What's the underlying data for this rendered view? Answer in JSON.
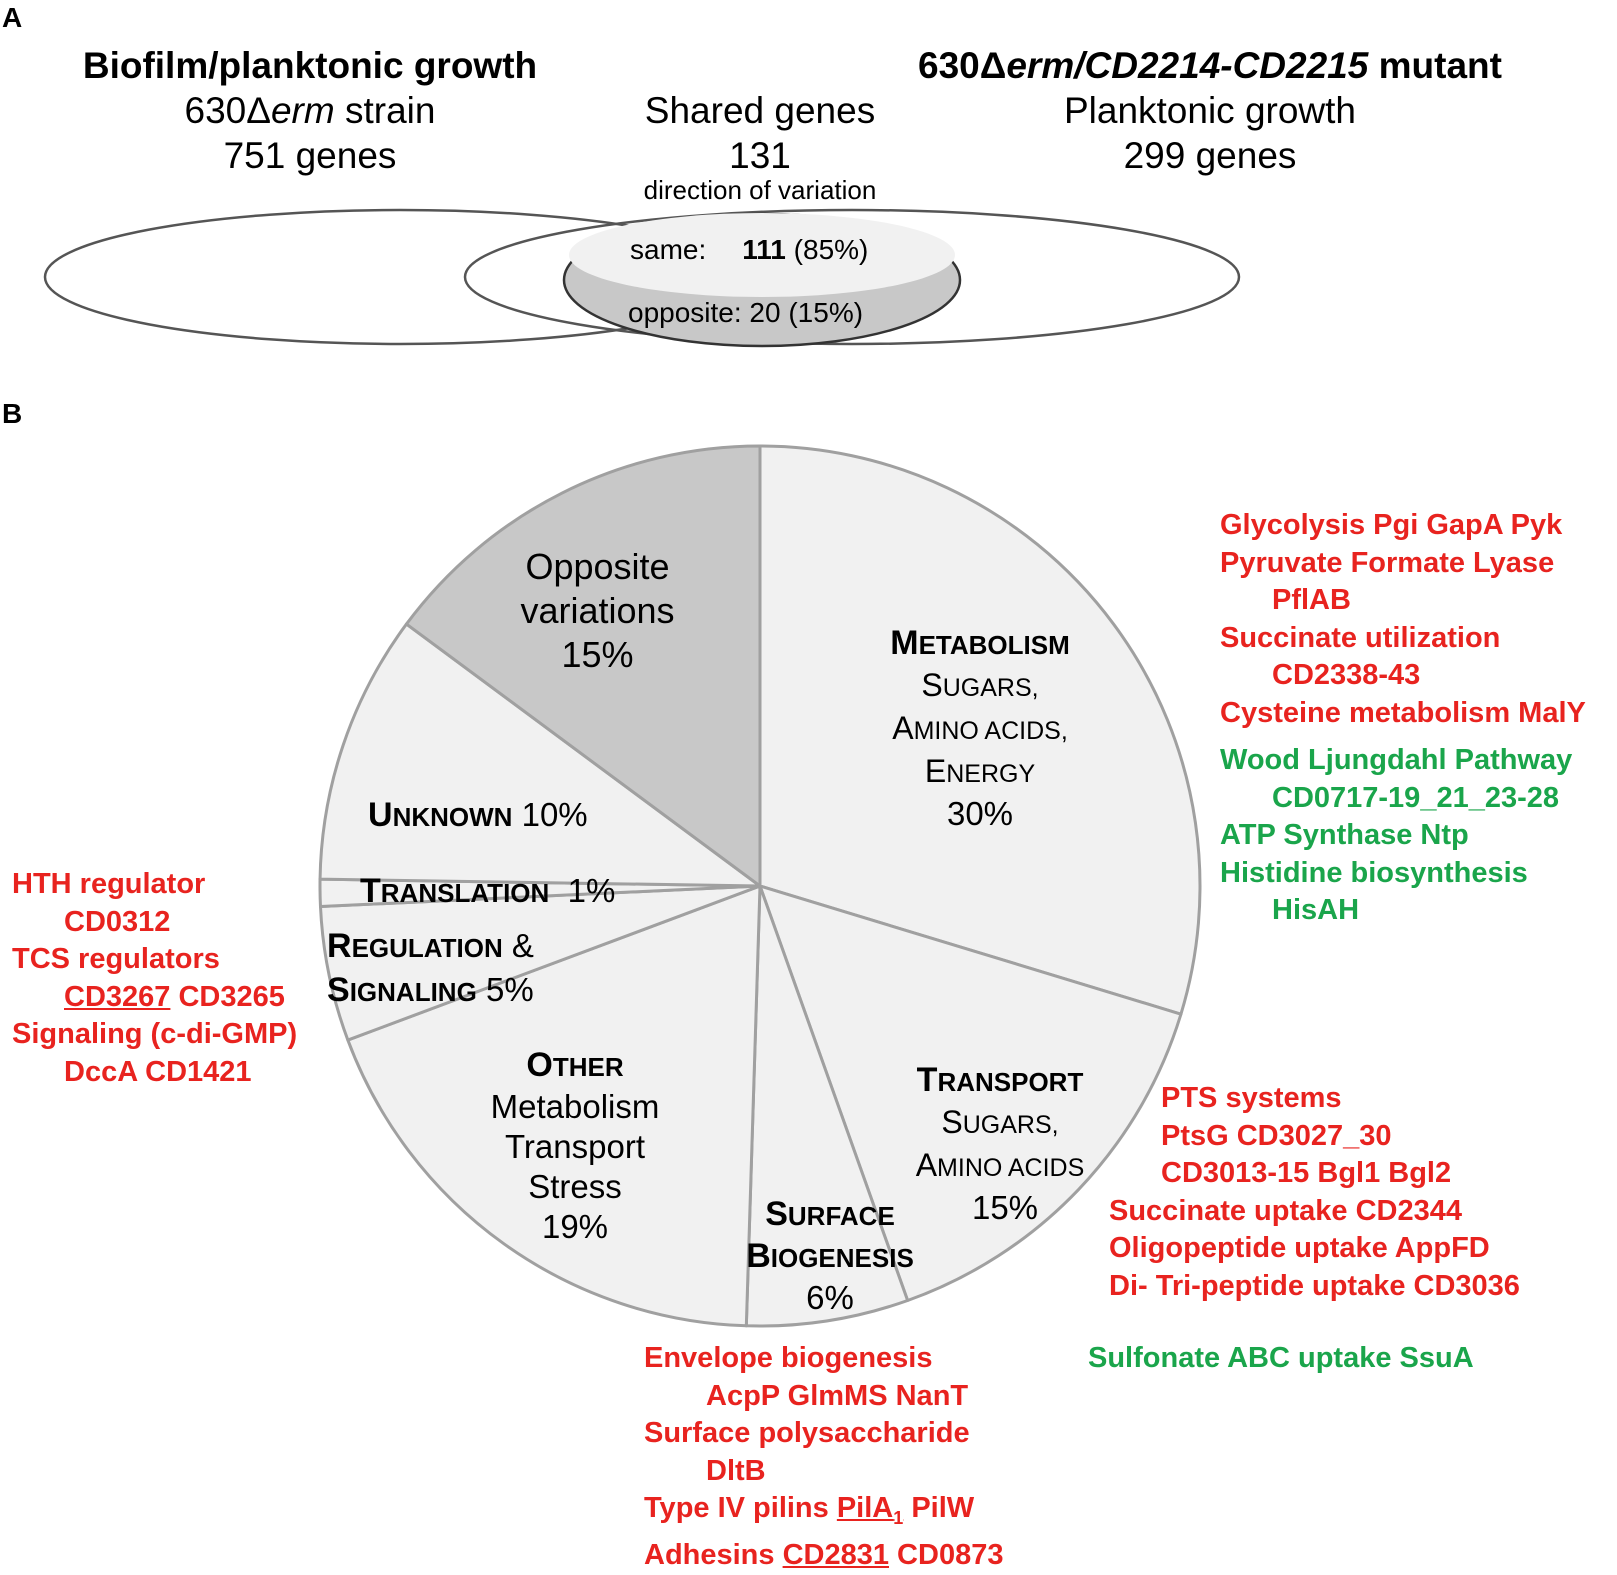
{
  "panel_a": {
    "letter": "A",
    "left": {
      "title": "Biofilm/planktonic growth",
      "strain_prefix": "630Δ",
      "strain_italic": "erm",
      "strain_suffix": " strain",
      "count": "751 genes"
    },
    "center": {
      "title": "Shared genes",
      "count": "131",
      "subtitle": "direction of variation",
      "same_label": "same:",
      "same_value": "111",
      "same_pct": "(85%)",
      "opposite_label": "opposite:",
      "opposite_value": "20 (15%)"
    },
    "right": {
      "title_prefix": "630Δ",
      "title_italic": "erm/CD2214-CD2215",
      "title_suffix": " mutant",
      "subtitle": "Planktonic growth",
      "count": "299 genes"
    }
  },
  "panel_b": {
    "letter": "B",
    "colors": {
      "slice_fill": "#f1f1f1",
      "opposite_fill": "#c8c8c8",
      "border": "#a0a0a0",
      "up_text": "#e8231f",
      "down_text": "#1aa54b"
    },
    "chart_data": {
      "type": "pie",
      "slices": [
        {
          "key": "metabolism",
          "value": 30
        },
        {
          "key": "transport",
          "value": 15
        },
        {
          "key": "surface",
          "value": 6
        },
        {
          "key": "other",
          "value": 19
        },
        {
          "key": "regulation",
          "value": 5
        },
        {
          "key": "translation",
          "value": 1
        },
        {
          "key": "unknown",
          "value": 10
        },
        {
          "key": "opposite",
          "value": 15
        }
      ]
    },
    "labels": {
      "metabolism": {
        "head_cap": "M",
        "head_rest": "ETABOLISM",
        "l1_cap": "S",
        "l1_rest": "UGARS,",
        "l2_cap": "A",
        "l2_rest": "MINO ACIDS,",
        "l3_cap": "E",
        "l3_rest": "NERGY",
        "pct": "30%"
      },
      "transport": {
        "head_cap": "T",
        "head_rest": "RANSPORT",
        "l1_cap": "S",
        "l1_rest": "UGARS,",
        "l2_cap": "A",
        "l2_rest": "MINO ACIDS",
        "pct": "15%"
      },
      "surface": {
        "l1_cap": "S",
        "l1_rest": "URFACE",
        "l2_cap": "B",
        "l2_rest": "IOGENESIS",
        "pct": "6%"
      },
      "other": {
        "head_cap": "O",
        "head_rest": "THER",
        "l1": "Metabolism",
        "l2": "Transport",
        "l3": "Stress",
        "pct": "19%"
      },
      "regulation": {
        "l1_cap": "R",
        "l1_rest": "EGULATION",
        "l1_tail": " &",
        "l2_cap": "S",
        "l2_rest": "IGNALING",
        "pct": " 5%"
      },
      "translation": {
        "cap": "T",
        "rest": "RANSLATION",
        "pct": "  1%"
      },
      "unknown": {
        "cap": "U",
        "rest": "NKNOWN",
        "pct": " 10%"
      },
      "opposite": {
        "l1": "Opposite",
        "l2": "variations",
        "pct": "15%"
      }
    },
    "annotations": {
      "metabolism_up": [
        "Glycolysis Pgi GapA Pyk",
        "Pyruvate Formate Lyase",
        "PflAB",
        "Succinate utilization",
        "CD2338-43",
        "Cysteine metabolism MalY"
      ],
      "metabolism_down": [
        "Wood Ljungdahl Pathway",
        "CD0717-19_21_23-28",
        "ATP Synthase Ntp",
        "Histidine biosynthesis",
        "HisAH"
      ],
      "regulation_up": {
        "l1": "HTH regulator",
        "l2": "CD0312",
        "l3": "TCS regulators",
        "l4_u": "CD3267",
        "l4_rest": " CD3265",
        "l5": "Signaling (c-di-GMP)",
        "l6": "DccA CD1421"
      },
      "transport_up": [
        "PTS systems",
        "PtsG CD3027_30",
        "CD3013-15 Bgl1 Bgl2",
        "Succinate uptake CD2344",
        "Oligopeptide uptake AppFD",
        "Di- Tri-peptide uptake CD3036"
      ],
      "transport_down": "Sulfonate ABC uptake SsuA",
      "surface_up": {
        "l1": "Envelope biogenesis",
        "l2": "AcpP GlmMS NanT",
        "l3": "Surface polysaccharide",
        "l4": "DltB",
        "l5_pre": "Type IV pilins ",
        "l5_u": "PilA",
        "l5_sub": "1",
        "l5_rest": " PilW",
        "l6_pre": "Adhesins ",
        "l6_u": "CD2831",
        "l6_rest": " CD0873"
      }
    }
  }
}
